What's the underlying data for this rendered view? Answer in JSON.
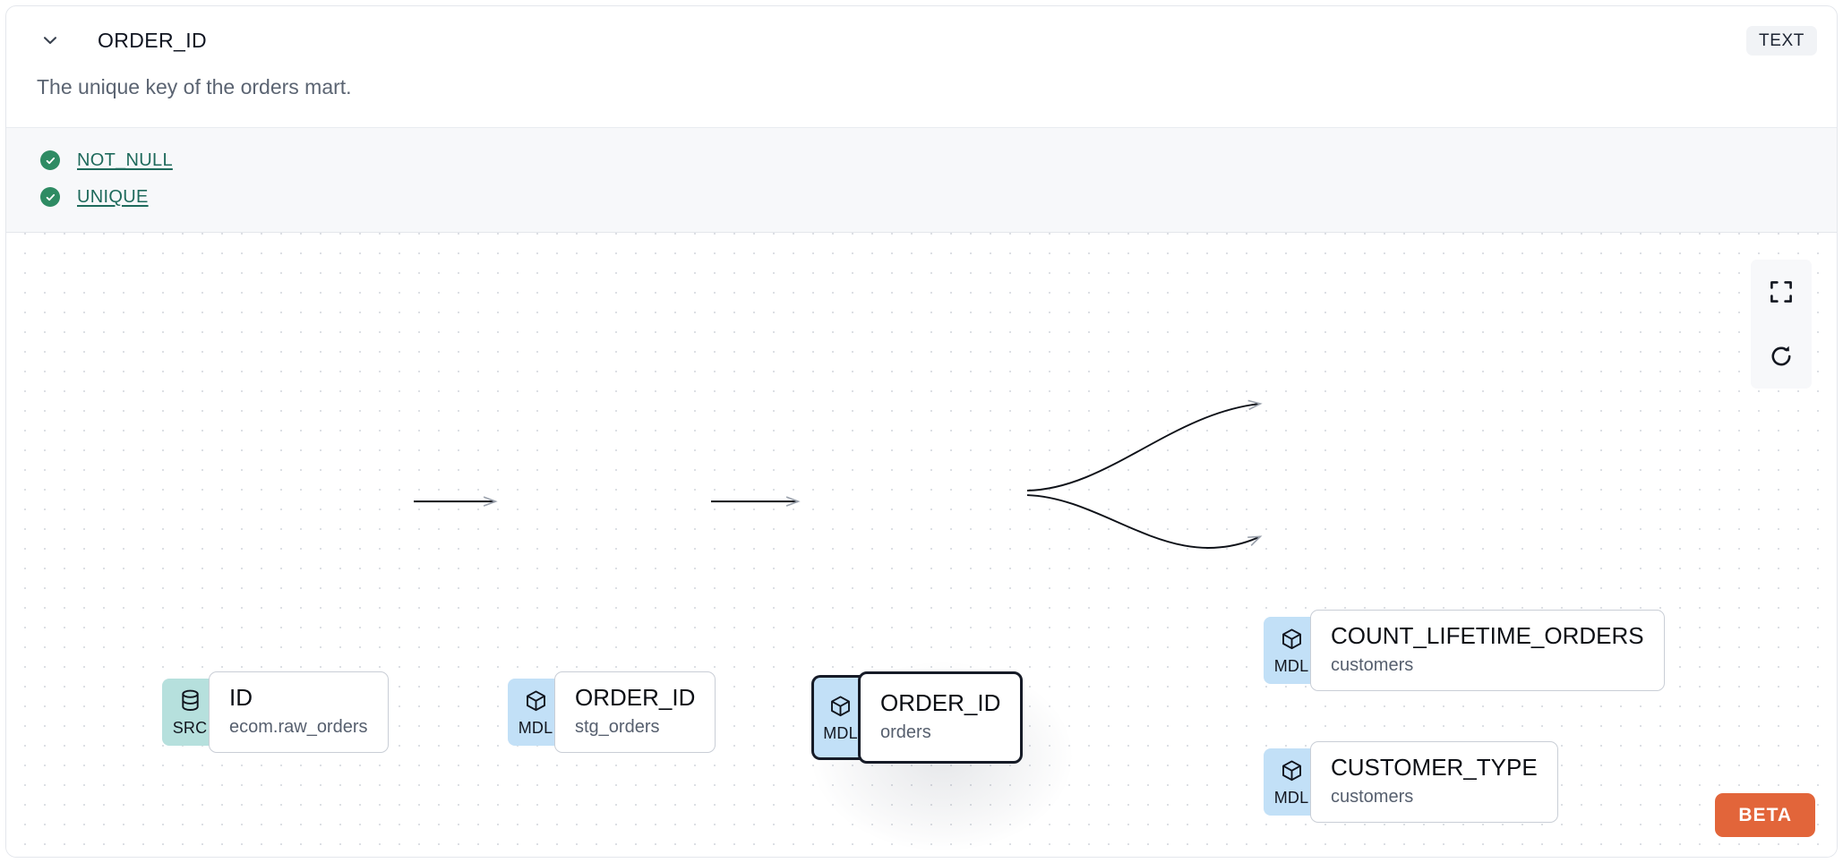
{
  "header": {
    "chevron_icon": "chevron-down-icon",
    "column_name": "ORDER_ID",
    "data_type": "TEXT"
  },
  "description": "The unique key of the orders mart.",
  "tests": [
    {
      "icon": "check-circle-icon",
      "label": "NOT_NULL",
      "status": "passed"
    },
    {
      "icon": "check-circle-icon",
      "label": "UNIQUE",
      "status": "passed"
    }
  ],
  "lineage": {
    "nodes": [
      {
        "id": "src_id",
        "badge": "SRC",
        "badge_icon": "database-icon",
        "name": "ID",
        "parent": "ecom.raw_orders",
        "selected": false
      },
      {
        "id": "stg_order_id",
        "badge": "MDL",
        "badge_icon": "cube-icon",
        "name": "ORDER_ID",
        "parent": "stg_orders",
        "selected": false
      },
      {
        "id": "orders_order_id",
        "badge": "MDL",
        "badge_icon": "cube-icon",
        "name": "ORDER_ID",
        "parent": "orders",
        "selected": true
      },
      {
        "id": "count_lifetime",
        "badge": "MDL",
        "badge_icon": "cube-icon",
        "name": "COUNT_LIFETIME_ORDERS",
        "parent": "customers",
        "selected": false
      },
      {
        "id": "customer_type",
        "badge": "MDL",
        "badge_icon": "cube-icon",
        "name": "CUSTOMER_TYPE",
        "parent": "customers",
        "selected": false
      }
    ],
    "edges": [
      {
        "from": "src_id",
        "to": "stg_order_id",
        "style": "straight"
      },
      {
        "from": "stg_order_id",
        "to": "orders_order_id",
        "style": "straight"
      },
      {
        "from": "orders_order_id",
        "to": "count_lifetime",
        "style": "curved"
      },
      {
        "from": "orders_order_id",
        "to": "customer_type",
        "style": "curved"
      }
    ],
    "controls": [
      {
        "name": "fit-view-button",
        "icon": "fullscreen-icon"
      },
      {
        "name": "reset-button",
        "icon": "refresh-icon"
      }
    ],
    "beta_label": "BETA"
  },
  "colors": {
    "src_badge": "#b6e0dd",
    "mdl_badge": "#c2e0f7",
    "test_pass": "#2e8b63",
    "test_link": "#1f6a5c",
    "beta": "#e2653a",
    "selected_border": "#161b27"
  }
}
